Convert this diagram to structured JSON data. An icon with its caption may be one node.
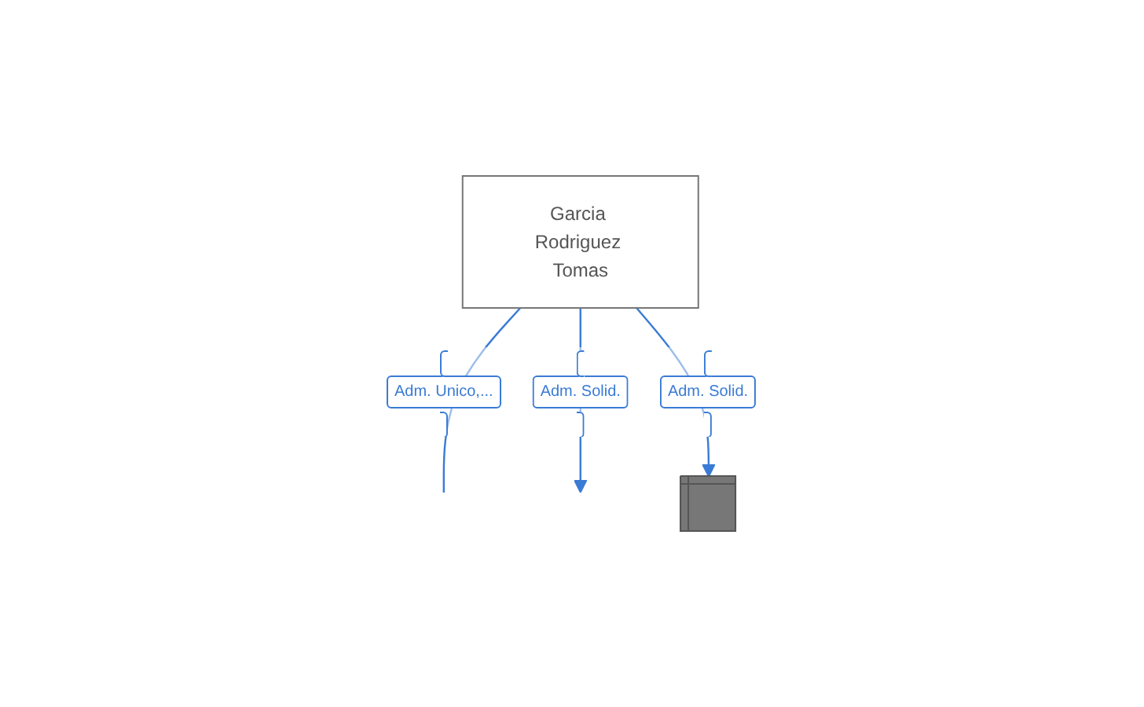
{
  "diagram": {
    "nodes": [
      {
        "text": [
          "Garcia Rodriguez Tomas"
        ]
      },
      {
        "text": [],
        "shape": "building"
      }
    ],
    "edges": [
      {
        "from": 0,
        "to": null,
        "label": "Adm. Unico,...",
        "arrow": "none"
      },
      {
        "from": 0,
        "to": null,
        "label": "Adm. Solid.",
        "arrow": "to"
      },
      {
        "from": 0,
        "to": 1,
        "label": "Adm. Solid.",
        "arrow": "to"
      }
    ]
  }
}
